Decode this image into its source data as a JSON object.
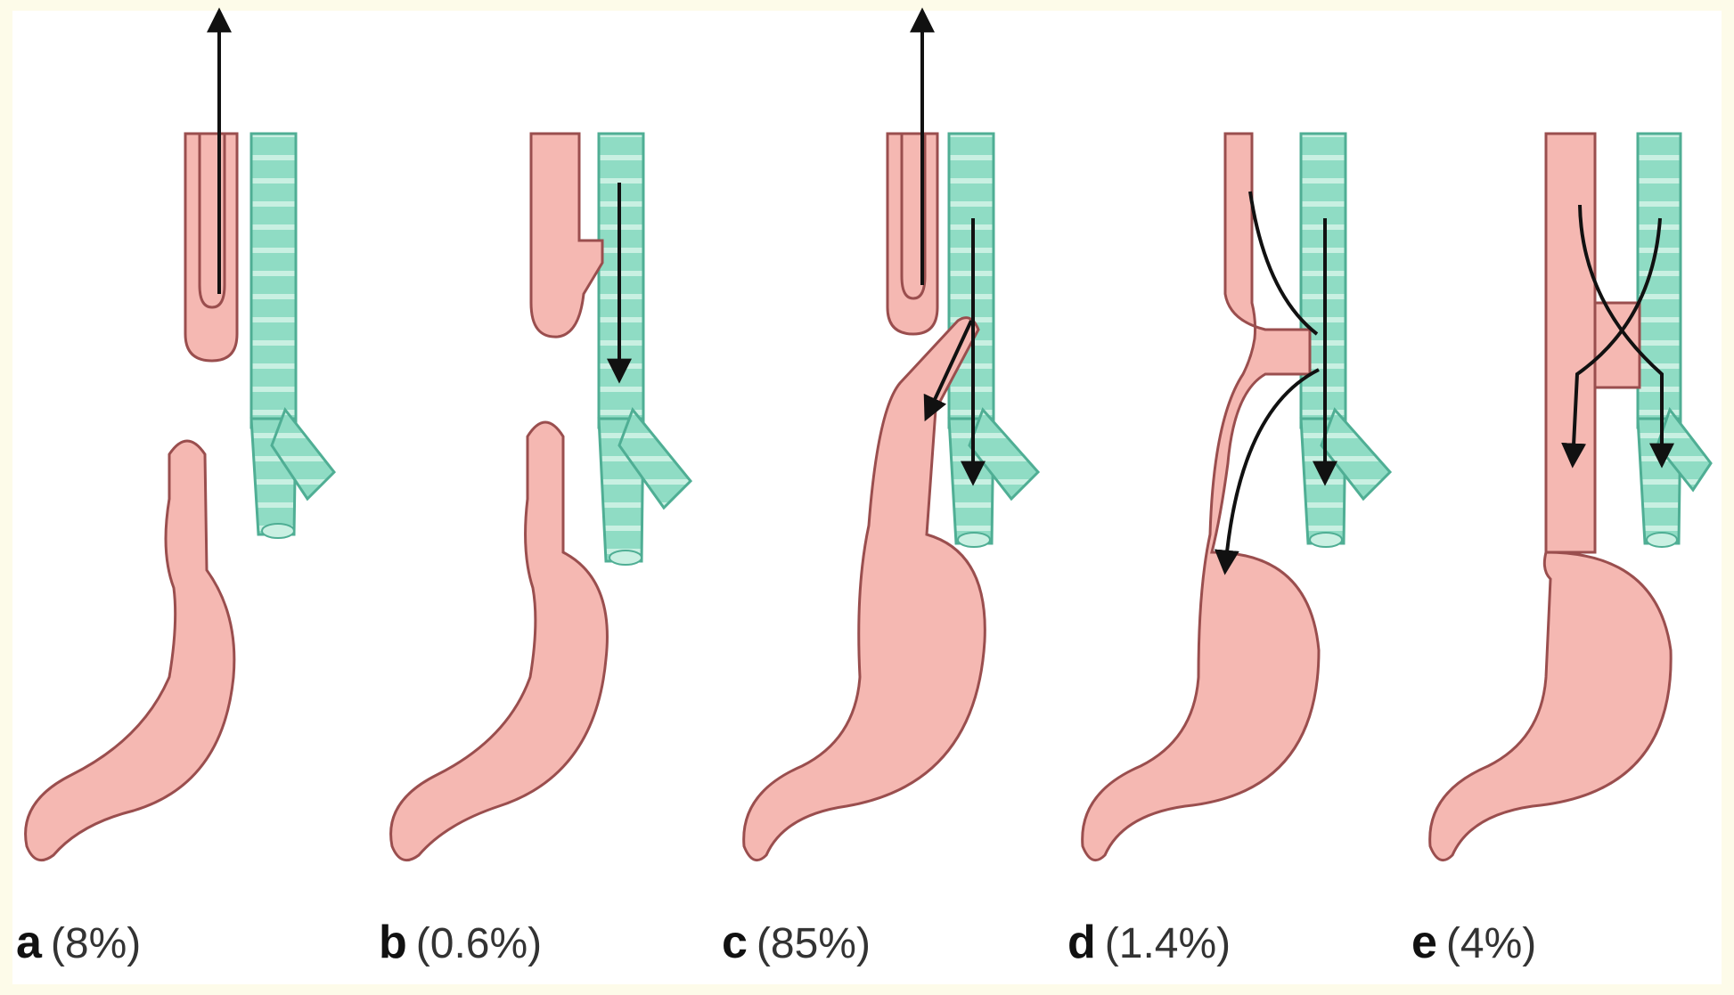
{
  "panels": [
    {
      "letter": "a",
      "percent": "(8%)"
    },
    {
      "letter": "b",
      "percent": "(0.6%)"
    },
    {
      "letter": "c",
      "percent": "(85%)"
    },
    {
      "letter": "d",
      "percent": "(1.4%)"
    },
    {
      "letter": "e",
      "percent": "(4%)"
    }
  ],
  "colors": {
    "esophagus_stomach": "#f5b8b2",
    "organ_outline": "#9a4e4e",
    "trachea": "#8fdcc4",
    "trachea_outline": "#4fae94",
    "arrow": "#111111",
    "page_border": "#fdfbe9"
  },
  "icons": {
    "flow_arrow": "arrow-icon"
  }
}
